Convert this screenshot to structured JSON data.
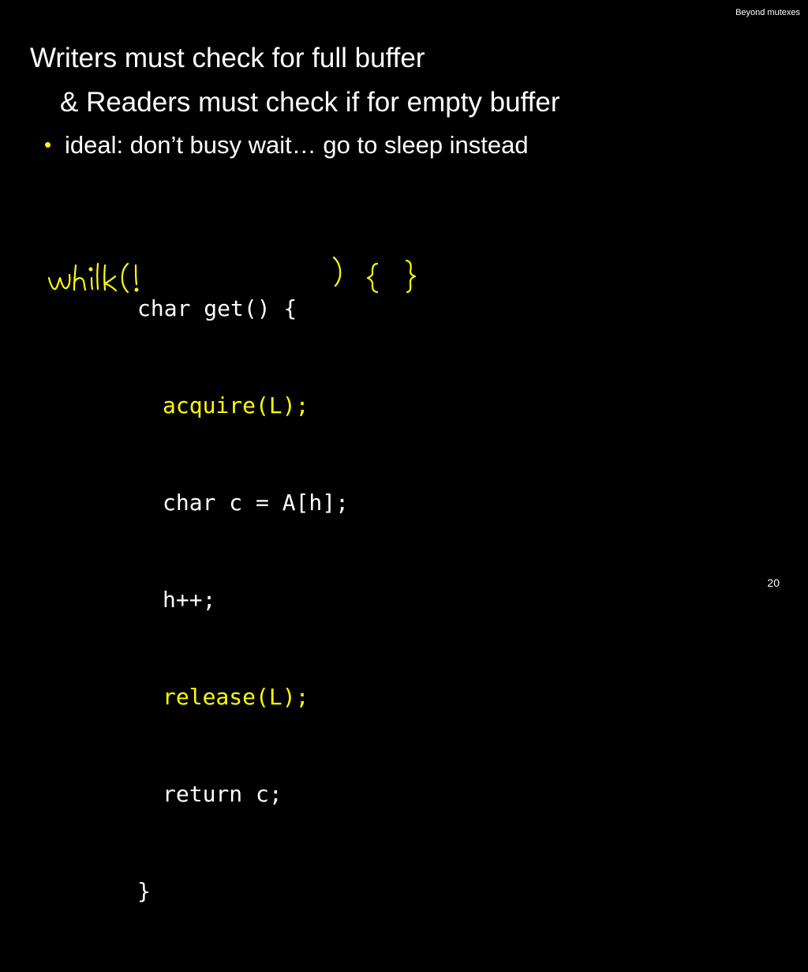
{
  "header": {
    "tag": "Beyond mutexes"
  },
  "title": {
    "line1": "Writers must check for full buffer",
    "line2": "& Readers must check if for empty buffer"
  },
  "bullet": {
    "text": "ideal: don’t busy wait… go to sleep instead"
  },
  "code": {
    "lines": [
      "char get() {",
      "acquire(L);",
      "char c = A[h];",
      "h++;",
      "release(L);",
      "return c;",
      "}"
    ]
  },
  "annotation": {
    "handwritten": "while(!   )  {  }",
    "color": "#ffff00"
  },
  "page": {
    "number": "20"
  },
  "colors": {
    "background": "#000000",
    "text": "#ffffff",
    "accent": "#ffff00"
  }
}
